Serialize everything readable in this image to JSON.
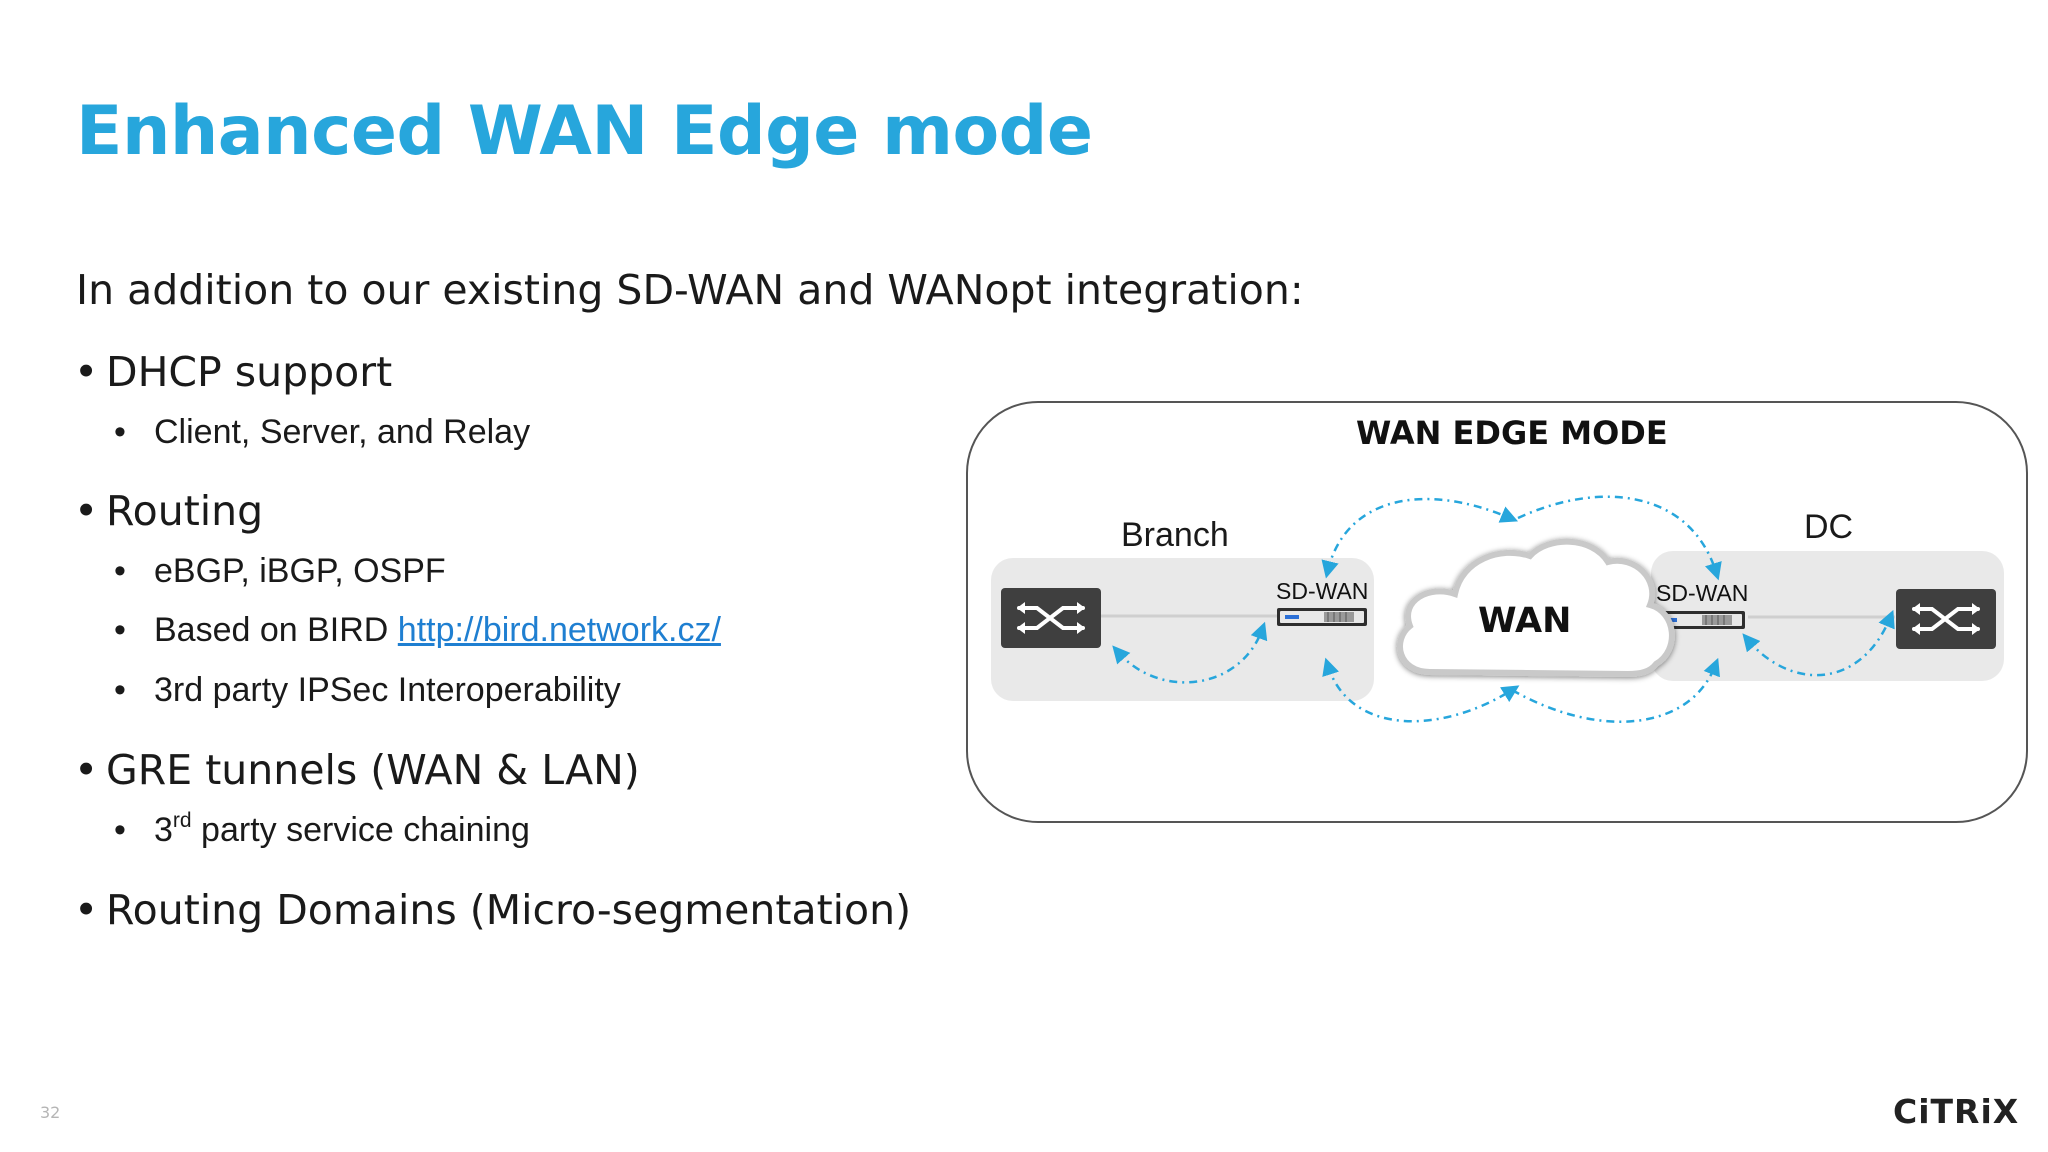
{
  "slide": {
    "title": "Enhanced WAN Edge mode",
    "intro": "In addition to our existing SD-WAN and WANopt integration:",
    "bullets": [
      {
        "text": "DHCP support",
        "sub": [
          {
            "text": "Client, Server, and Relay"
          }
        ]
      },
      {
        "text": "Routing",
        "sub": [
          {
            "text": "eBGP, iBGP, OSPF"
          },
          {
            "text": "Based on BIRD ",
            "link": "http://bird.network.cz/"
          },
          {
            "text": "3rd party IPSec Interoperability"
          }
        ]
      },
      {
        "text": "GRE tunnels (WAN & LAN)",
        "sub": [
          {
            "sup_base": "3",
            "sup": "rd",
            "text": " party service chaining"
          }
        ]
      },
      {
        "text": "Routing Domains (Micro-segmentation)"
      }
    ],
    "page_number": "32",
    "logo": "CiTRiX"
  },
  "diagram": {
    "title": "WAN EDGE MODE",
    "branch_label": "Branch",
    "dc_label": "DC",
    "sdwan_left_label": "SD-WAN",
    "sdwan_right_label": "SD-WAN",
    "wan_label": "WAN",
    "icons": [
      "switch-icon",
      "sdwan-appliance-icon",
      "cloud-icon",
      "dotted-arrow-icon"
    ],
    "colors": {
      "accent": "#27a6dc",
      "panel": "#e9e9e9",
      "switch": "#3f3f3f"
    }
  }
}
